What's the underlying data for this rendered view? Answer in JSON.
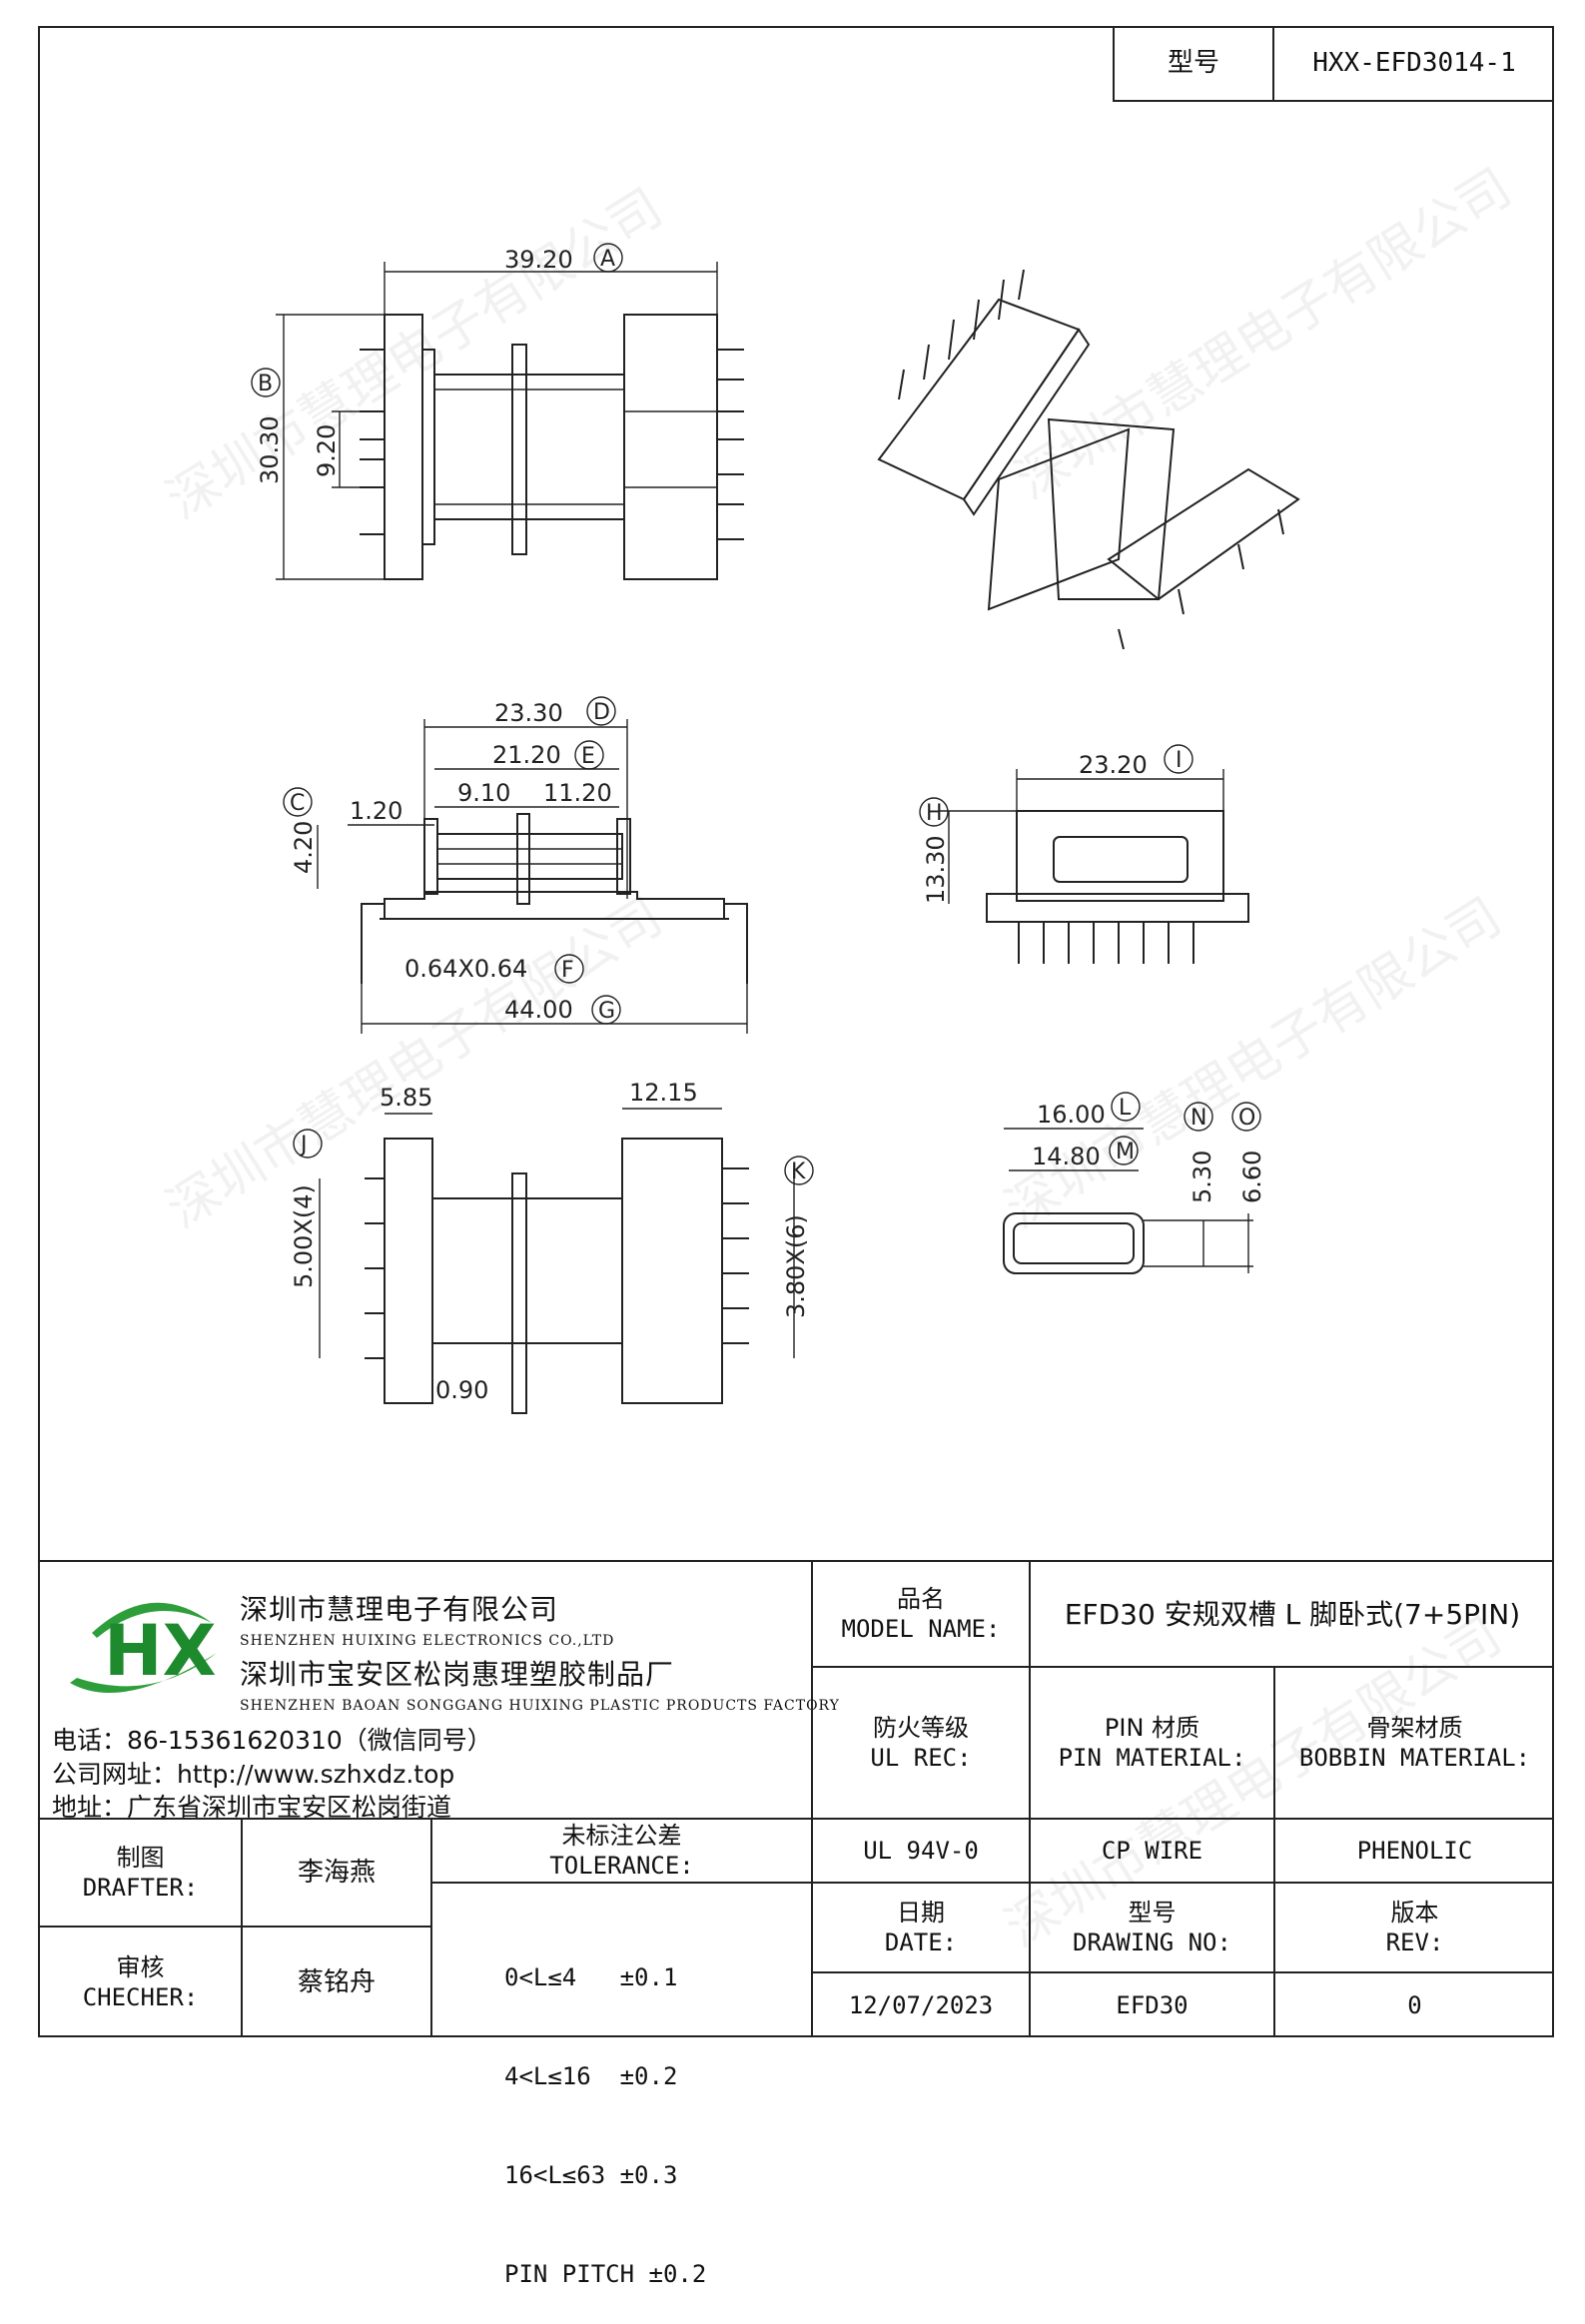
{
  "header": {
    "model_label": "型号",
    "model_value": "HXX-EFD3014-1"
  },
  "watermark_text": "深圳市慧理电子有限公司",
  "drawings": {
    "top_view": {
      "A": "39.20",
      "B": "30.30",
      "inner": "9.20",
      "label_A": "A",
      "label_B": "B"
    },
    "side_view": {
      "D": "23.30",
      "E": "21.20",
      "w1": "9.10",
      "w2": "11.20",
      "C": "4.20",
      "c_small": "1.20",
      "F": "0.64X0.64",
      "G": "44.00",
      "label_C": "C",
      "label_D": "D",
      "label_E": "E",
      "label_F": "F",
      "label_G": "G"
    },
    "end_view": {
      "I": "23.20",
      "H": "13.30",
      "label_H": "H",
      "label_I": "I"
    },
    "bottom_view": {
      "left_w": "5.85",
      "right_w": "12.15",
      "J": "5.00X(4)",
      "K": "3.80X(6)",
      "gap": "0.90",
      "label_J": "J",
      "label_K": "K"
    },
    "section_view": {
      "L": "16.00",
      "M": "14.80",
      "N": "5.30",
      "O": "6.60",
      "label_L": "L",
      "label_M": "M",
      "label_N": "N",
      "label_O": "O"
    }
  },
  "company": {
    "logo_text": "HX",
    "name_cn_1": "深圳市慧理电子有限公司",
    "name_en_1": "SHENZHEN HUIXING ELECTRONICS CO.,LTD",
    "name_cn_2": "深圳市宝安区松岗惠理塑胶制品厂",
    "name_en_2": "SHENZHEN BAOAN SONGGANG HUIXING PLASTIC PRODUCTS FACTORY",
    "phone": "电话：86-15361620310（微信同号）",
    "website": "公司网址：http://www.szhxdz.top",
    "address": "地址：广东省深圳市宝安区松岗街道"
  },
  "title_block": {
    "model_name_cn": "品名",
    "model_name_en": "MODEL NAME:",
    "model_name_value": "EFD30 安规双槽 L 脚卧式(7+5PIN)",
    "fire_cn": "防火等级",
    "fire_en": "UL REC:",
    "pin_cn": "PIN 材质",
    "pin_en": "PIN MATERIAL:",
    "bobbin_cn": "骨架材质",
    "bobbin_en": "BOBBIN MATERIAL:",
    "fire_value": "UL 94V-0",
    "pin_value": "CP WIRE",
    "bobbin_value": "PHENOLIC",
    "date_cn": "日期",
    "date_en": "DATE:",
    "drawing_cn": "型号",
    "drawing_en": "DRAWING NO:",
    "rev_cn": "版本",
    "rev_en": "REV:",
    "date_value": "12/07/2023",
    "drawing_value": "EFD30",
    "rev_value": "0",
    "drafter_cn": "制图",
    "drafter_en": "DRAFTER:",
    "drafter_name": "李海燕",
    "checker_cn": "审核",
    "checker_en": "CHECHER:",
    "checker_name": "蔡铭舟",
    "tolerance_cn": "未标注公差",
    "tolerance_en": "TOLERANCE:",
    "tolerances": [
      "0<L≤4   ±0.1",
      "4<L≤16  ±0.2",
      "16<L≤63 ±0.3",
      "PIN PITCH ±0.2"
    ]
  }
}
